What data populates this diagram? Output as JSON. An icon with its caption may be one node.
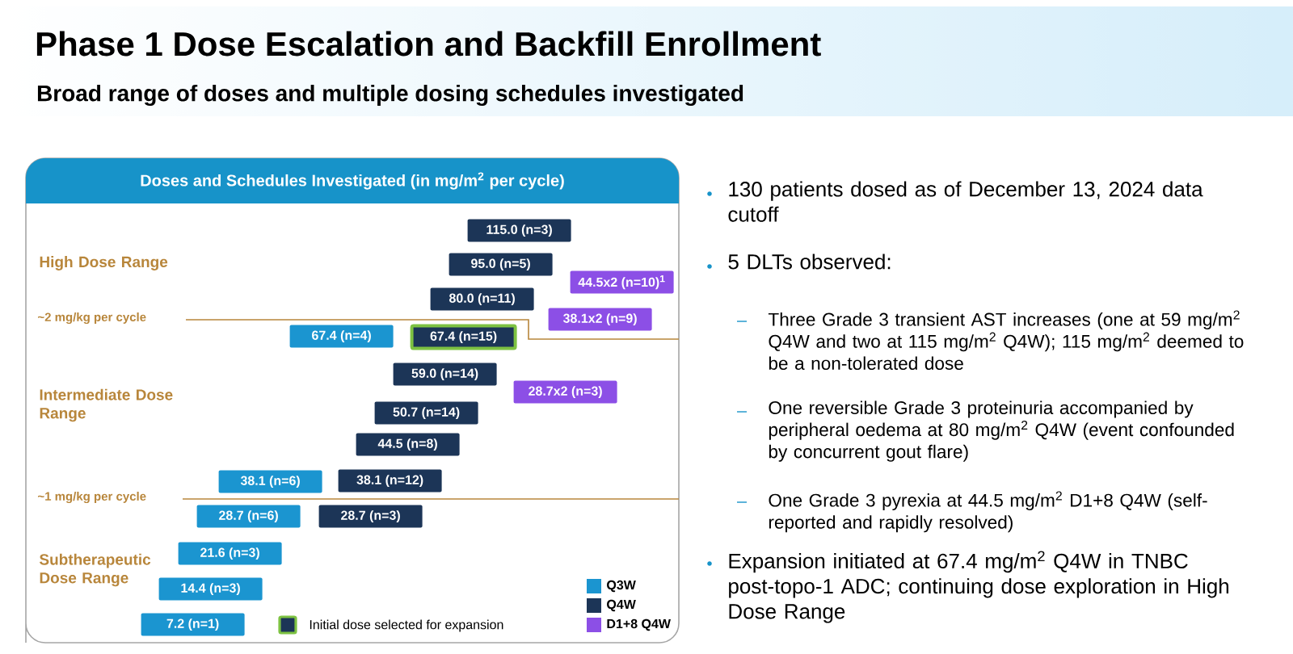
{
  "diagram": {
    "title": "Phase 1 Dose Escalation and Backfill Enrollment",
    "nodes": [
      {
        "text": [
          "Doses and Schedules Investigated (in mg/m$^{2}$ per cycle)"
        ]
      },
      {
        "text": [
          "115.0 (n=3)"
        ],
        "in": 0
      },
      {
        "text": [
          "95.0 (n=5)"
        ],
        "in": 0
      },
      {
        "text": [
          "44.5x2 (n=10)$^{1}$"
        ],
        "in": 0
      },
      {
        "text": [
          "80.0 (n=11)"
        ],
        "in": 0
      },
      {
        "text": [
          "38.1x2 (n=9)"
        ],
        "in": 0
      },
      {
        "text": [
          "67.4 (n=4)"
        ],
        "in": 0
      },
      {
        "text": [
          "67.4 (n=15)"
        ],
        "in": 0
      },
      {
        "text": [
          "59.0 (n=14)"
        ],
        "in": 0
      },
      {
        "text": [
          "28.7x2 (n=3)"
        ],
        "in": 0
      },
      {
        "text": [
          "50.7 (n=14)"
        ],
        "in": 0
      },
      {
        "text": [
          "44.5 (n=8)"
        ],
        "in": 0
      },
      {
        "text": [
          "38.1 (n=6)"
        ],
        "in": 0
      },
      {
        "text": [
          "38.1 (n=12)"
        ],
        "in": 0
      },
      {
        "text": [
          "28.7 (n=6)"
        ],
        "in": 0
      },
      {
        "text": [
          "28.7 (n=3)"
        ],
        "in": 0
      },
      {
        "text": [
          "21.6 (n=3)"
        ],
        "in": 0
      },
      {
        "text": [
          "14.4 (n=3)"
        ],
        "in": 0
      },
      {
        "text": [
          "7.2 (n=1)"
        ],
        "in": 0
      }
    ],
    "labels": [
      "Broad range of doses and multiple dosing schedules investigated",
      "High Dose Range",
      "~2 mg/kg per cycle",
      "Intermediate Dose Range",
      "~1 mg/kg per cycle",
      "Subtherapeutic Dose Range",
      "130 patients dosed as of December 13, 2024 data cutoff",
      "5 DLTs observed:",
      "Three Grade 3 transient AST increases (one at 59 mg/m$^{2}$ Q4W and two at 115 mg/m$^{2}$ Q4W); 115 mg/m$^{2}$ deemed to be a non-tolerated dose",
      "One reversible Grade 3 proteinuria accompanied by peripheral oedema at 80 mg/m$^{2}$ Q4W (event confounded by concurrent gout flare)",
      "One Grade 3 pyrexia at 44.5 mg/m$^{2}$ D1+8 Q4W (self-reported and rapidly resolved)",
      "Expansion initiated at 67.4 mg/m$^{2}$ Q4W in TNBC post-topo-1 ADC; continuing dose exploration in High Dose Range"
    ],
    "legend": [
      {
        "text": "Initial dose selected for expansion"
      },
      {
        "text": "Q3W",
        "color": "#1b95d0"
      },
      {
        "text": "Q4W",
        "color": "#1c3557"
      },
      {
        "text": "D1+8 Q4W",
        "color": "#8c4fe6"
      }
    ]
  }
}
